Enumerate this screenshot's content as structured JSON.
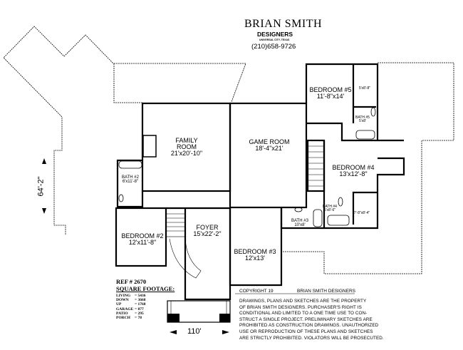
{
  "header": {
    "company": "BRIAN SMITH",
    "subtitle": "DESIGNERS",
    "location": "UNIVERSAL CITY, TEXAS",
    "phone": "(210)658-9726"
  },
  "rooms": {
    "family_room": {
      "name_line1": "FAMILY",
      "name_line2": "ROOM",
      "size": "21'x20'-10\""
    },
    "game_room": {
      "name": "GAME ROOM",
      "size": "18'-4\"x21'"
    },
    "bedroom5": {
      "name": "BEDROOM #5",
      "size": "11'-8\"x14'"
    },
    "closet5": {
      "size": "5'x8'-8\""
    },
    "bath5": {
      "name": "BATH #5",
      "size": "5'x8'"
    },
    "bedroom4": {
      "name": "BEDROOM #4",
      "size": "13'x12'-8\""
    },
    "bath4": {
      "name": "BATH #4",
      "size": "5'x8'-6\""
    },
    "closet4": {
      "size": "7'-8\"x8'-4\""
    },
    "bath3": {
      "name": "BATH #3",
      "size": "10'x8'"
    },
    "bath2": {
      "name": "BATH #2",
      "size": "6'x11'-8\""
    },
    "bedroom2": {
      "name": "BEDROOM #2",
      "size": "12'x11'-8\""
    },
    "foyer": {
      "name": "FOYER",
      "size": "15'x22'-2\""
    },
    "bedroom3": {
      "name": "BEDROOM #3",
      "size": "12'x13'"
    }
  },
  "dimensions": {
    "width": "110'",
    "depth": "64'-2\""
  },
  "footage": {
    "ref": "REF # 2670",
    "title": "SQUARE FOOTAGE:",
    "rows": [
      {
        "label": "LIVING",
        "value": "= 5436"
      },
      {
        "label": "DOWN",
        "value": "= 3668"
      },
      {
        "label": "UP",
        "value": "= 1768"
      },
      {
        "label": "GARAGE",
        "value": "= 877"
      },
      {
        "label": "PATIO",
        "value": "= 295"
      },
      {
        "label": "PORCH",
        "value": "= 78"
      }
    ]
  },
  "copyright": {
    "label": "COPYRIGHT 19",
    "owner": "BRIAN SMITH DESIGNERS",
    "lines": [
      "DRAWINGS, PLANS AND SKETCHES ARE THE PROPERTY",
      "OF BRIAN SMITH DESIGNERS.  PURCHASER'S RIGHT IS",
      "CONDITIONAL AND LIMITED TO A ONE TIME USE TO CON-",
      "STRUCT A SINGLE PROJECT.  PRELIMINARY SKETCHES ARE",
      "PROHIBITED AS CONSTRUCTION DRAWINGS.  UNAUTHORIZED",
      "USE OR REPRODUCTION OF THESE PLANS AND SKETCHES",
      "ARE STRICTLY PROHIBITED.  VIOLATORS WILL BE PROSECUTED."
    ]
  }
}
